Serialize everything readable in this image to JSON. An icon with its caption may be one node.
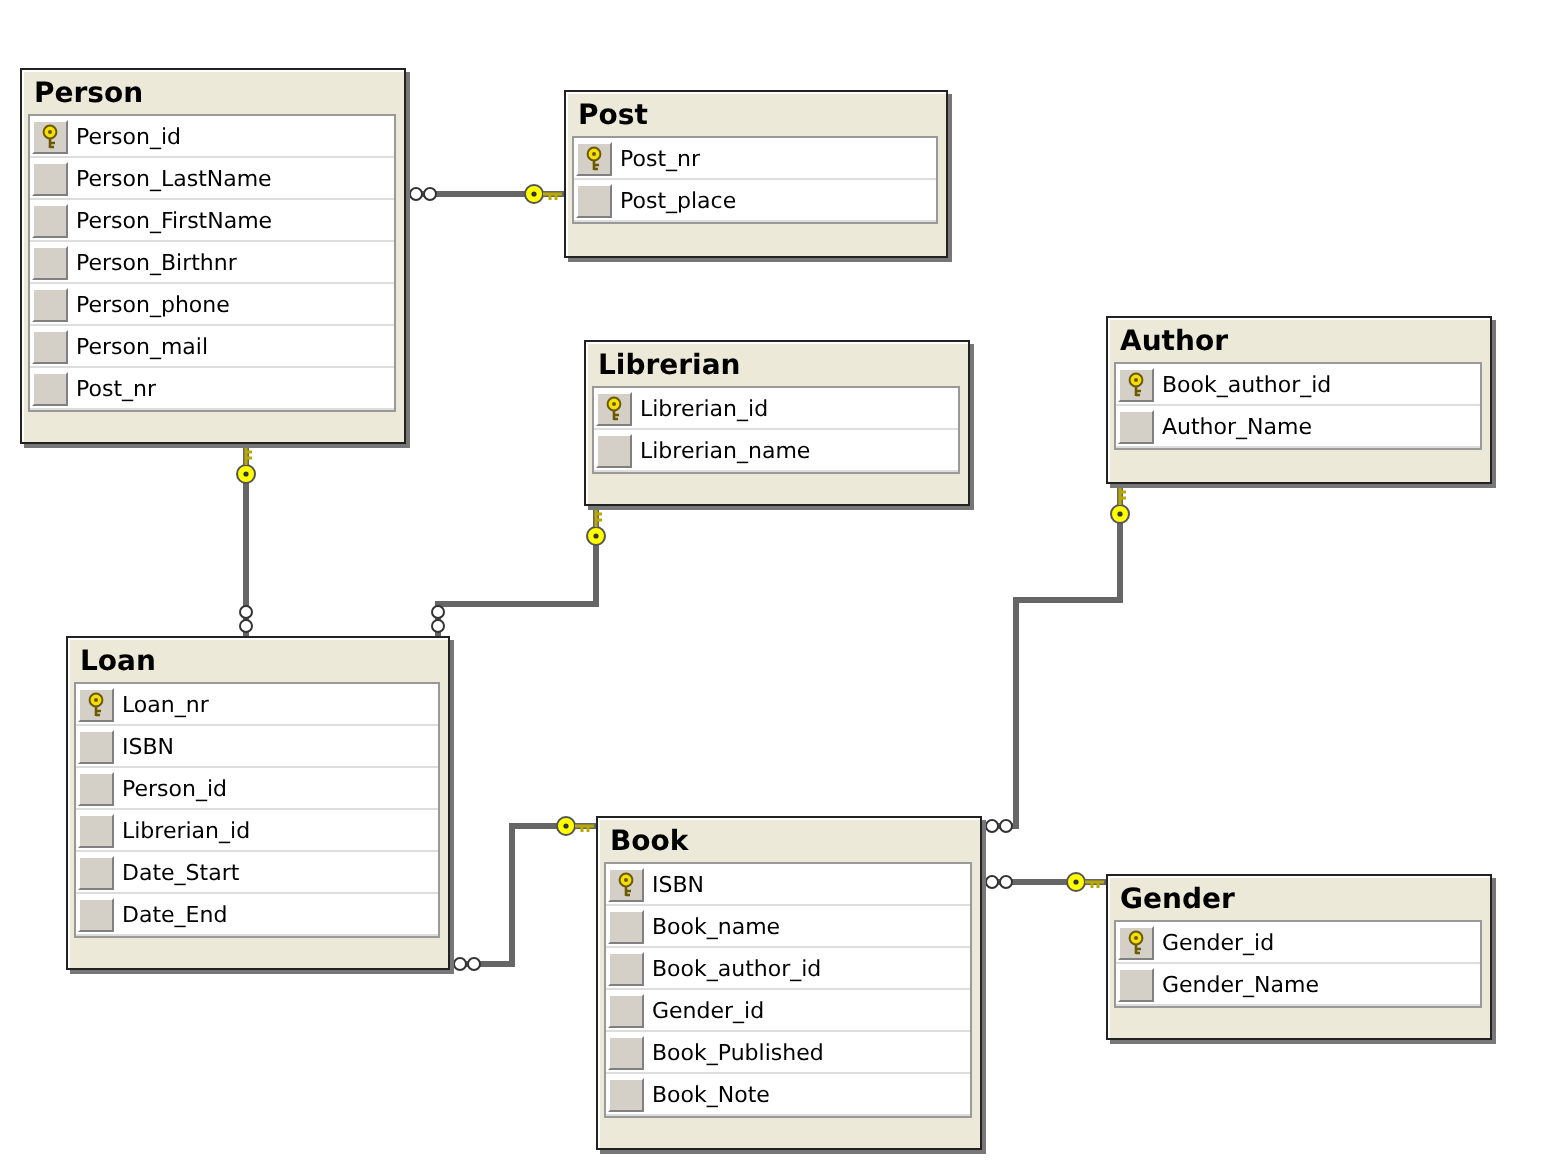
{
  "diagram": {
    "nodes": [
      {
        "text": [
          "Person",
          "Person_id",
          "Person_LastName",
          "Person_FirstName",
          "Person_Birthnr",
          "Person_phone",
          "Person_mail",
          "Post_nr"
        ]
      },
      {
        "text": [
          "Post",
          "Post_nr",
          "Post_place"
        ]
      },
      {
        "text": [
          "Librerian",
          "Librerian_id",
          "Librerian_name"
        ]
      },
      {
        "text": [
          "Author",
          "Book_author_id",
          "Author_Name"
        ]
      },
      {
        "text": [
          "Loan",
          "Loan_nr",
          "ISBN",
          "Person_id",
          "Librerian_id",
          "Date_Start",
          "Date_End"
        ]
      },
      {
        "text": [
          "Book",
          "ISBN",
          "Book_name",
          "Book_author_id",
          "Gender_id",
          "Book_Published",
          "Book_Note"
        ]
      },
      {
        "text": [
          "Gender",
          "Gender_id",
          "Gender_Name"
        ]
      }
    ],
    "edges": [
      {
        "from": 0,
        "to": 1,
        "arrow": "other"
      },
      {
        "from": 4,
        "to": 0,
        "arrow": "other"
      },
      {
        "from": 4,
        "to": 2,
        "arrow": "other"
      },
      {
        "from": 4,
        "to": 5,
        "arrow": "other"
      },
      {
        "from": 5,
        "to": 3,
        "arrow": "other"
      },
      {
        "from": 5,
        "to": 6,
        "arrow": "other"
      }
    ]
  }
}
